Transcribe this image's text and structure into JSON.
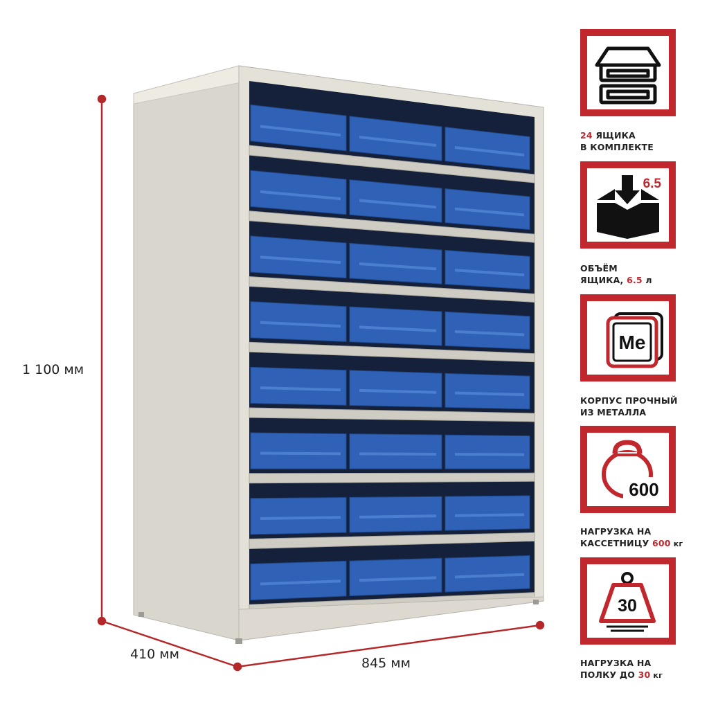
{
  "dimensions": {
    "height": "1 100 мм",
    "depth": "410 мм",
    "width": "845 мм"
  },
  "colors": {
    "accent": "#c0282d",
    "bin": "#2f62b6",
    "frame": "#e4e1d8",
    "shelf": "#cfccc4"
  },
  "features": [
    {
      "icon": "stacked-drawers-icon",
      "line1_hl": "24",
      "line1": " ЯЩИКА",
      "line2": "В КОМПЛЕКТЕ"
    },
    {
      "icon": "box-volume-icon",
      "icon_text": "6.5",
      "line1": "ОБЪЁМ",
      "line2": "ЯЩИКА, ",
      "line2_hl": "6.5",
      "line2_end": " л"
    },
    {
      "icon": "metal-me-icon",
      "icon_text": "Me",
      "line1": "КОРПУС ПРОЧНЫЙ",
      "line2": "ИЗ МЕТАЛЛА"
    },
    {
      "icon": "kettlebell-icon",
      "icon_text": "600",
      "line1": "НАГРУЗКА НА",
      "line2": "КАССЕТНИЦУ ",
      "line2_hl": "600",
      "line2_end": " кг"
    },
    {
      "icon": "weight-icon",
      "icon_text": "30",
      "line1": "НАГРУЗКА НА",
      "line2": "ПОЛКУ ДО ",
      "line2_hl": "30",
      "line2_end": " кг"
    }
  ]
}
